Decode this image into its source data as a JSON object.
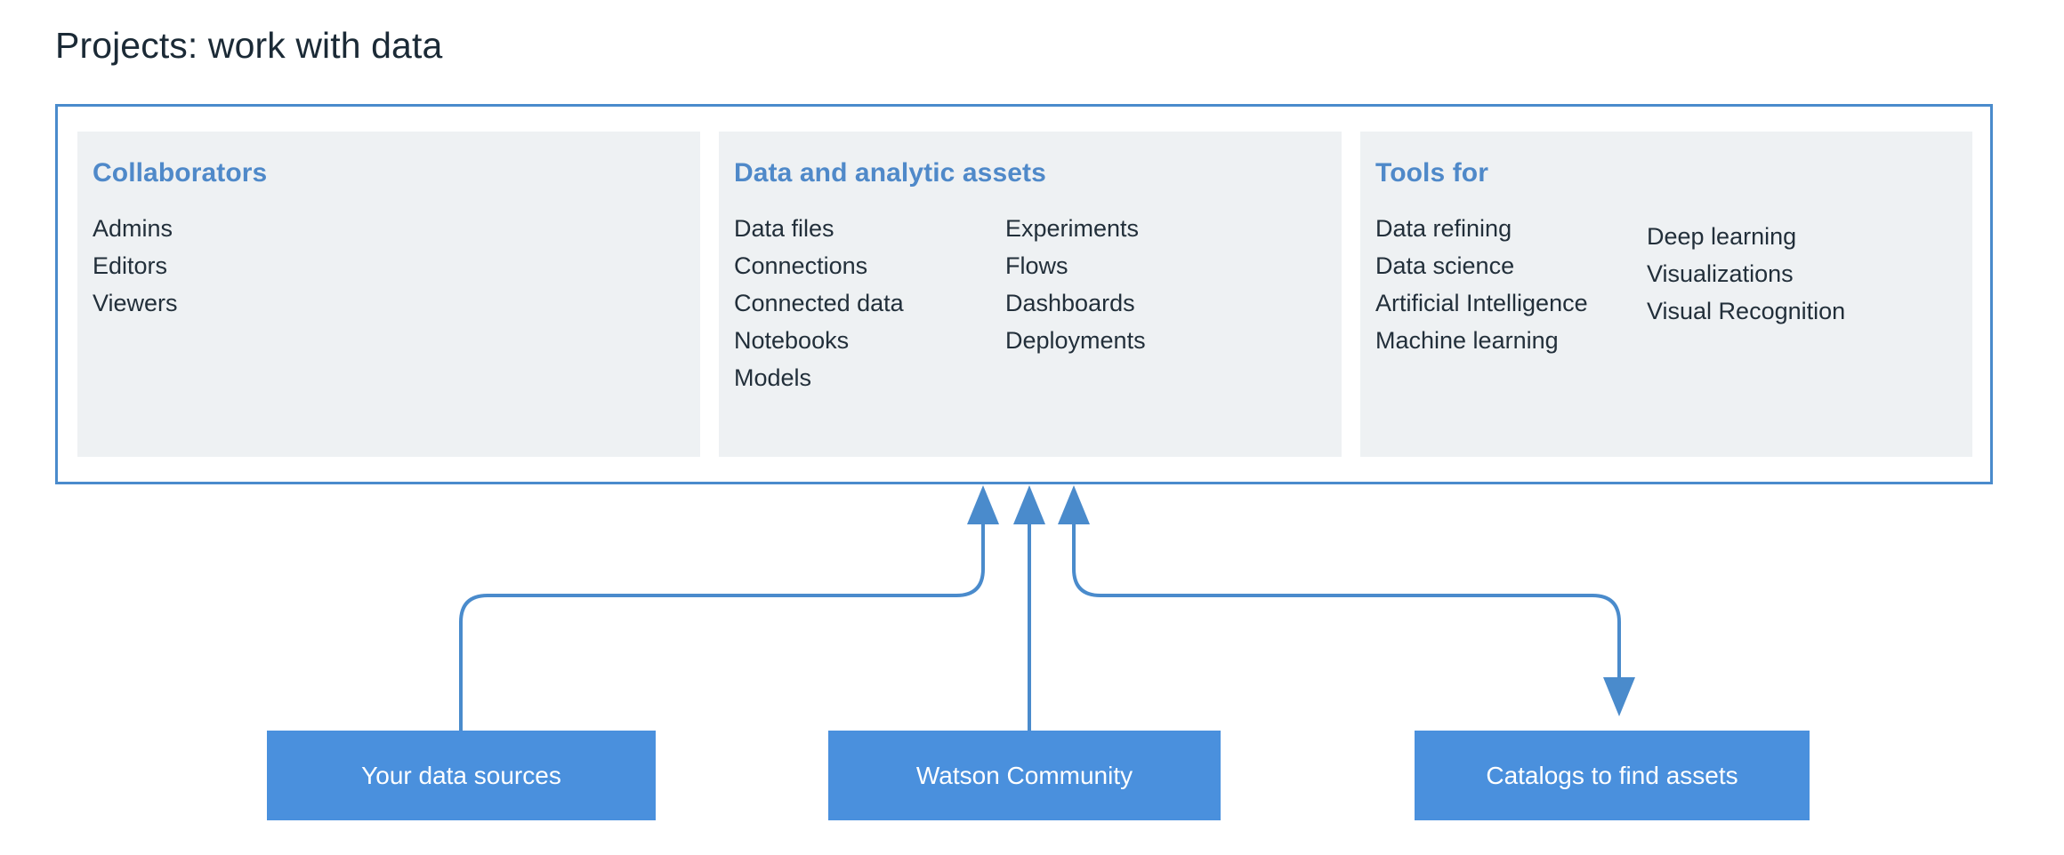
{
  "page": {
    "title": "Projects: work with data",
    "title_color": "#1b2a36",
    "accent_blue": "#4a8bcc",
    "heading_blue": "#4f89c9",
    "box_blue": "#4a90dd",
    "panel_bg": "#eef1f3"
  },
  "panels": [
    {
      "id": "collaborators",
      "heading": "Collaborators",
      "columns": [
        {
          "items": [
            "Admins",
            "Editors",
            "Viewers"
          ]
        },
        {
          "items": []
        }
      ]
    },
    {
      "id": "data-and-analytic-assets",
      "heading": "Data and analytic assets",
      "columns": [
        {
          "items": [
            "Data files",
            "Connections",
            "Connected data",
            "Notebooks",
            "Models"
          ]
        },
        {
          "items": [
            "Experiments",
            "Flows",
            "Dashboards",
            "Deployments"
          ]
        }
      ]
    },
    {
      "id": "tools-for",
      "heading": "Tools for",
      "columns": [
        {
          "items": [
            "Data refining",
            "Data science",
            "Artificial Intelligence",
            "Machine learning"
          ]
        },
        {
          "items": [
            "Deep learning",
            "Visualizations",
            "Visual Recognition"
          ]
        }
      ]
    }
  ],
  "sources": [
    {
      "id": "your-data-sources",
      "label": "Your data sources",
      "arrow_direction": "up"
    },
    {
      "id": "watson-community",
      "label": "Watson Community",
      "arrow_direction": "up"
    },
    {
      "id": "catalogs-to-find-assets",
      "label": "Catalogs to find assets",
      "arrow_direction": "down"
    }
  ]
}
